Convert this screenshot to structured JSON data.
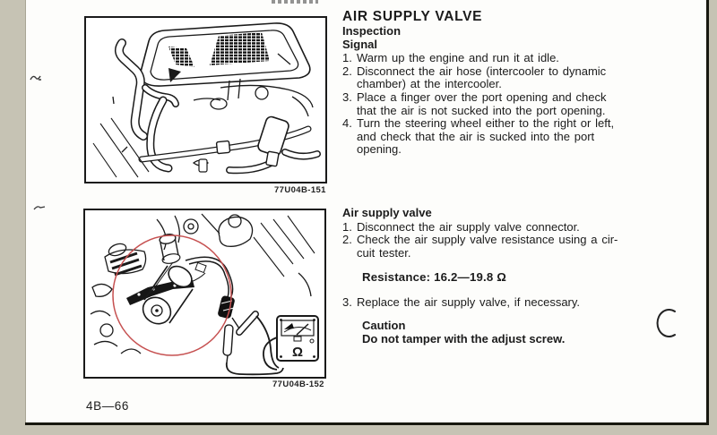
{
  "page": {
    "number": "4B—66",
    "background": "#c6c3b4",
    "ink": "#1a1a1a",
    "red_accent": "#c65151"
  },
  "figures": {
    "fig1": {
      "caption": "77U04B-151"
    },
    "fig2": {
      "caption": "77U04B-152",
      "meter_symbol": "Ω"
    }
  },
  "content": {
    "title": "AIR SUPPLY VALVE",
    "section1": {
      "heading": "Inspection",
      "subheading": "Signal",
      "steps": [
        {
          "num": "1.",
          "lines": [
            "Warm up the engine and run it at idle."
          ]
        },
        {
          "num": "2.",
          "lines": [
            "Disconnect the air hose (intercooler to dynamic",
            "chamber) at the intercooler."
          ]
        },
        {
          "num": "3.",
          "lines": [
            "Place a finger over the port opening and check",
            "that the air is not sucked into the port opening."
          ]
        },
        {
          "num": "4.",
          "lines": [
            "Turn the steering wheel either to the right or left,",
            "and check that the air is sucked into the port",
            "opening."
          ]
        }
      ]
    },
    "section2": {
      "heading": "Air supply valve",
      "steps_a": [
        {
          "num": "1.",
          "lines": [
            "Disconnect the air supply valve connector."
          ]
        },
        {
          "num": "2.",
          "lines": [
            "Check the air supply valve resistance using a cir-",
            "cuit tester."
          ]
        }
      ],
      "resistance": "Resistance: 16.2—19.8 Ω",
      "steps_b": [
        {
          "num": "3.",
          "lines": [
            "Replace the air supply valve, if necessary."
          ]
        }
      ],
      "caution_heading": "Caution",
      "caution_text": "Do not tamper with the adjust screw."
    }
  }
}
